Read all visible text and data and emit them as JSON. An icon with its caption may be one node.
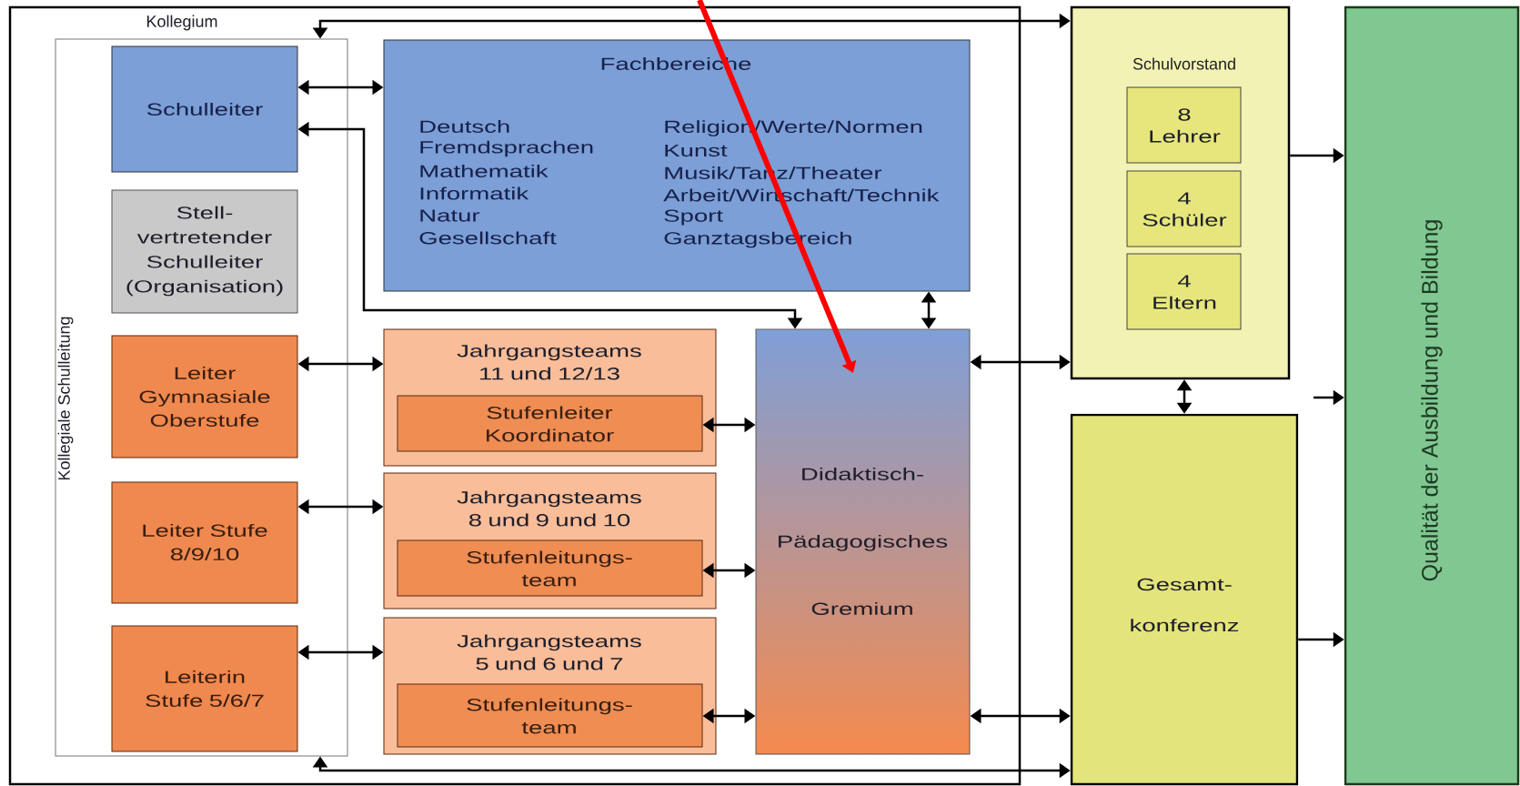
{
  "diagram": {
    "nodes": [
      {
        "text": [
          "Kollegium"
        ]
      },
      {
        "text": [
          "Kollegiale Schulleitung"
        ],
        "in": 0
      },
      {
        "text": [
          "Schulleiter"
        ],
        "in": 1
      },
      {
        "text": [
          "Stell- vertretender Schulleiter (Organisation)"
        ],
        "in": 1
      },
      {
        "text": [
          "Leiter Gymnasiale Oberstufe"
        ],
        "in": 1
      },
      {
        "text": [
          "Leiter Stufe 8/9/10"
        ],
        "in": 1
      },
      {
        "text": [
          "Leiterin Stufe 5/6/7"
        ],
        "in": 1
      },
      {
        "text": [
          "Fachbereiche",
          "Deutsch",
          "Fremdsprachen",
          "Mathematik",
          "Informatik",
          "Natur",
          "Gesellschaft",
          "Religion/Werte/Normen",
          "Kunst",
          "Musik/Tanz/Theater",
          "Arbeit/Wirtschaft/Technik",
          "Sport",
          "Ganztagsbereich"
        ],
        "in": 0
      },
      {
        "text": [
          "Jahrgangsteams 11 und 12/13"
        ],
        "in": 0
      },
      {
        "text": [
          "Stufenleiter Koordinator"
        ],
        "in": 8
      },
      {
        "text": [
          "Jahrgangsteams 8 und 9 und 10"
        ],
        "in": 0
      },
      {
        "text": [
          "Stufenleitungs- team"
        ],
        "in": 10
      },
      {
        "text": [
          "Jahrgangsteams 5 und 6 und 7"
        ],
        "in": 0
      },
      {
        "text": [
          "Stufenleitungs- team"
        ],
        "in": 12
      },
      {
        "text": [
          "Didaktisch- Pädagogisches Gremium"
        ],
        "in": 0
      },
      {
        "text": [
          "Schulvorstand"
        ]
      },
      {
        "text": [
          "8 Lehrer"
        ],
        "in": 15
      },
      {
        "text": [
          "4 Schüler"
        ],
        "in": 15
      },
      {
        "text": [
          "4 Eltern"
        ],
        "in": 15
      },
      {
        "text": [
          "Gesamt- konferenz"
        ]
      },
      {
        "text": [
          "Qualität der Ausbildung und Bildung"
        ]
      }
    ],
    "edges": [
      {
        "from": 1,
        "to": 15,
        "arrow": "both"
      },
      {
        "from": 2,
        "to": 7,
        "arrow": "both"
      },
      {
        "from": 2,
        "to": 14,
        "arrow": "both"
      },
      {
        "from": 7,
        "to": 14,
        "arrow": "both"
      },
      {
        "from": 4,
        "to": 8,
        "arrow": "both"
      },
      {
        "from": 5,
        "to": 10,
        "arrow": "both"
      },
      {
        "from": 6,
        "to": 12,
        "arrow": "both"
      },
      {
        "from": 9,
        "to": 14,
        "arrow": "both"
      },
      {
        "from": 11,
        "to": 14,
        "arrow": "both"
      },
      {
        "from": 13,
        "to": 14,
        "arrow": "both"
      },
      {
        "from": 14,
        "to": 15,
        "arrow": "both"
      },
      {
        "from": 14,
        "to": 19,
        "arrow": "both"
      },
      {
        "from": 15,
        "to": 19,
        "arrow": "both"
      },
      {
        "from": 1,
        "to": 19,
        "arrow": "both"
      },
      {
        "from": 15,
        "to": 20,
        "arrow": "to"
      },
      {
        "from": null,
        "to": 20,
        "arrow": "to"
      },
      {
        "from": 19,
        "to": 20,
        "arrow": "to"
      },
      {
        "from": null,
        "to": 14,
        "arrow": "to",
        "style": "thick",
        "color": "#ff0000"
      }
    ]
  }
}
